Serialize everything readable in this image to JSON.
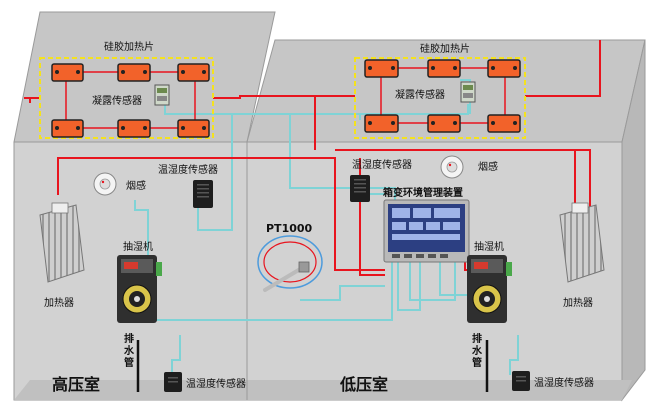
{
  "labels": {
    "silicone_heater_left": "硅胶加热片",
    "silicone_heater_right": "硅胶加热片",
    "condensation_left": "凝露传感器",
    "condensation_right": "凝露传感器",
    "th_sensor_top_left": "温湿度传感器",
    "th_sensor_top_mid": "温湿度传感器",
    "smoke_left": "烟感",
    "smoke_right": "烟感",
    "controller": "箱变环境管理装置",
    "pt1000": "PT1000",
    "dehumidifier_left": "抽湿机",
    "dehumidifier_right": "抽湿机",
    "heater_left": "加热器",
    "heater_right": "加热器",
    "drain_left": [
      "排",
      "水",
      "管"
    ],
    "drain_right": [
      "排",
      "水",
      "管"
    ],
    "th_sensor_bottom_left": "温湿度传感器",
    "th_sensor_bottom_right": "温湿度传感器",
    "room_high": "高压室",
    "room_low": "低压室"
  },
  "colors": {
    "wall": "#c9c9c9",
    "wall_dark": "#b4b4b4",
    "red_wire": "#e8141e",
    "teal_wire": "#7fd3d6",
    "heater_pad": "#f2622a",
    "dashed_box": "#f4e21e"
  }
}
